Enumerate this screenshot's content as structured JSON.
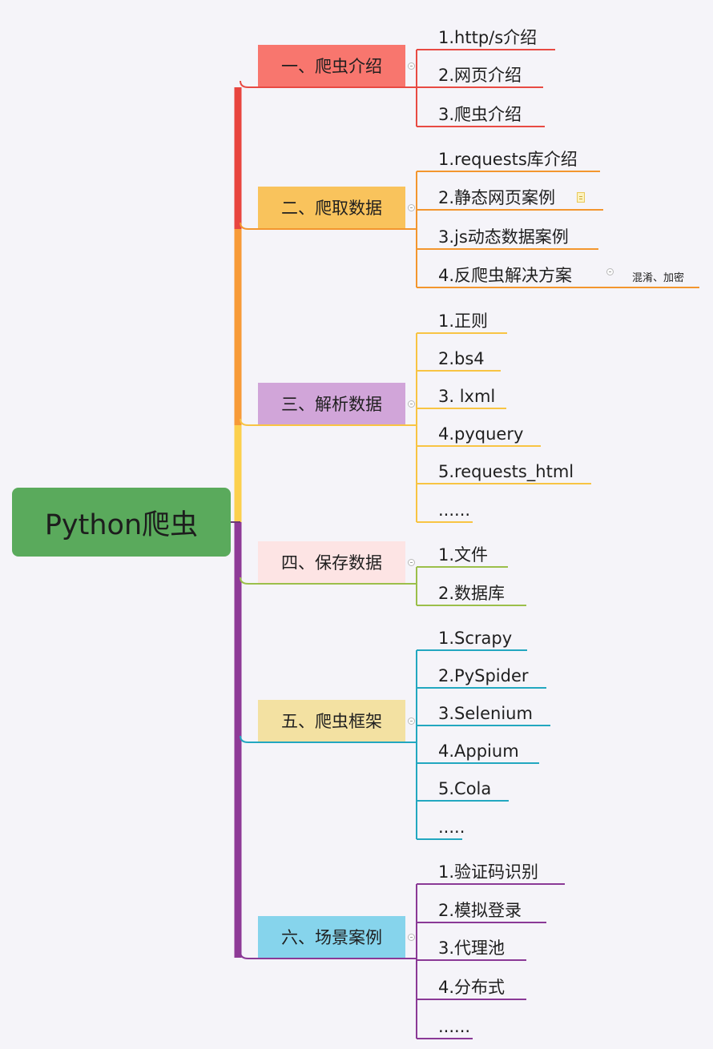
{
  "root": {
    "label": "Python爬虫",
    "color": "#5aaa5c"
  },
  "branches": [
    {
      "label": "一、爬虫介绍",
      "fill": "#f8766e",
      "line": "#e84a43",
      "leaves": [
        "1.http/s介绍",
        "2.网页介绍",
        "3.爬虫介绍"
      ]
    },
    {
      "label": "二、爬取数据",
      "fill": "#f9c35c",
      "line": "#f3962e",
      "leaves": [
        "1.requests库介绍",
        "2.静态网页案例",
        "3.js动态数据案例",
        "4.反爬虫解决方案"
      ],
      "sub_note": "混淆、加密"
    },
    {
      "label": "三、解析数据",
      "fill": "#d1a5d9",
      "line": "#f8c443",
      "leaves": [
        "1.正则",
        "2.bs4",
        "3. lxml",
        "4.pyquery",
        "5.requests_html",
        "......"
      ]
    },
    {
      "label": "四、保存数据",
      "fill": "#fde4e4",
      "line": "#9bbf4a",
      "leaves": [
        "1.文件",
        "2.数据库"
      ]
    },
    {
      "label": "五、爬虫框架",
      "fill": "#f3e1a2",
      "line": "#22a7c0",
      "leaves": [
        "1.Scrapy",
        "2.PySpider",
        "3.Selenium",
        "4.Appium",
        "5.Cola",
        "....."
      ]
    },
    {
      "label": "六、场景案例",
      "fill": "#86d4ec",
      "line": "#8a3996",
      "leaves": [
        "1.验证码识别",
        "2.模拟登录",
        "3.代理池",
        "4.分布式",
        "......"
      ]
    }
  ],
  "trunk_colors": [
    "#e8453f",
    "#f79a38",
    "#fcd04d",
    "#8e3a97"
  ]
}
